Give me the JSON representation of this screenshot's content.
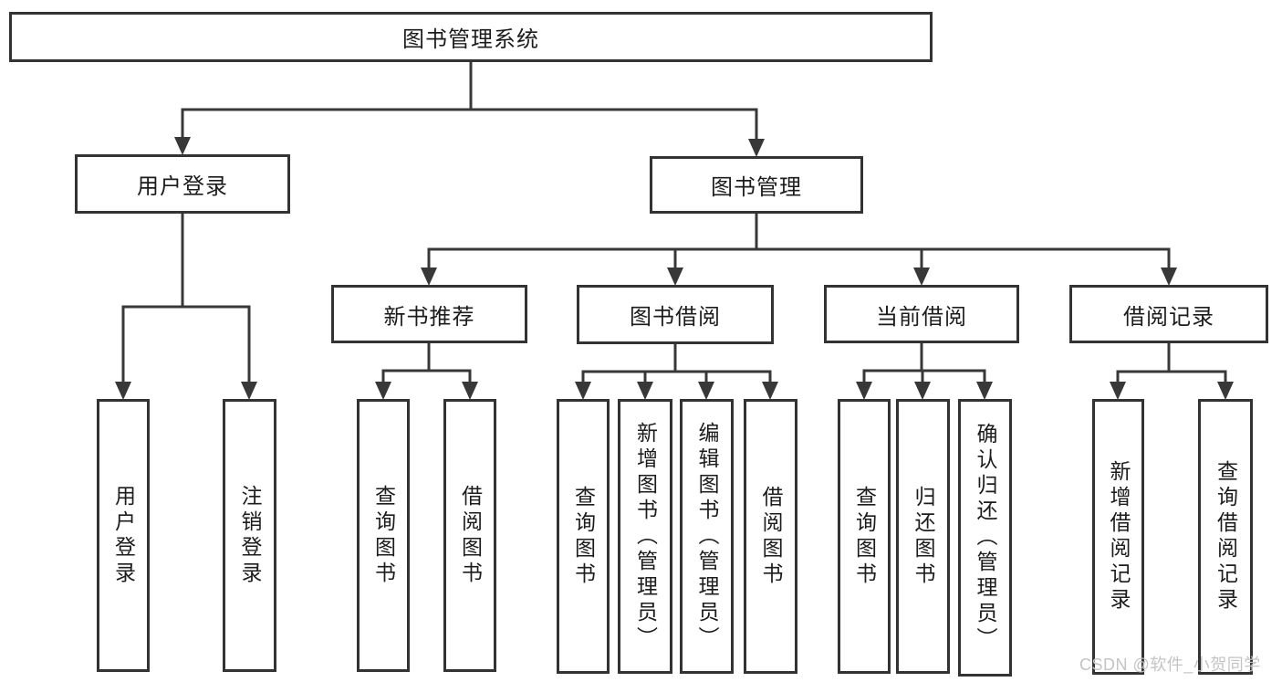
{
  "nodes": {
    "root": "图书管理系统",
    "user_login": "用户登录",
    "book_management": "图书管理",
    "user_login_leaf": "用户登录",
    "logout": "注销登录",
    "new_book_recommend": "新书推荐",
    "book_borrowing": "图书借阅",
    "current_borrowing": "当前借阅",
    "borrowing_records": "借阅记录",
    "nbr_query_books": "查询图书",
    "nbr_borrow_books": "借阅图书",
    "bb_query_books": "查询图书",
    "bb_add_books": "新增图书（管理员）",
    "bb_edit_books": "编辑图书（管理员）",
    "bb_borrow_books": "借阅图书",
    "cb_query_books": "查询图书",
    "cb_return_books": "归还图书",
    "cb_confirm_return": "确认归还（管理员）",
    "br_add_record": "新增借阅记录",
    "br_query_record": "查询借阅记录"
  },
  "watermark": "CSDN @软件_小贺同学",
  "colors": {
    "line": "#383838",
    "border": "#333333",
    "text": "#1c1c1c",
    "watermark": "#c4c4c4",
    "background": "#ffffff"
  }
}
